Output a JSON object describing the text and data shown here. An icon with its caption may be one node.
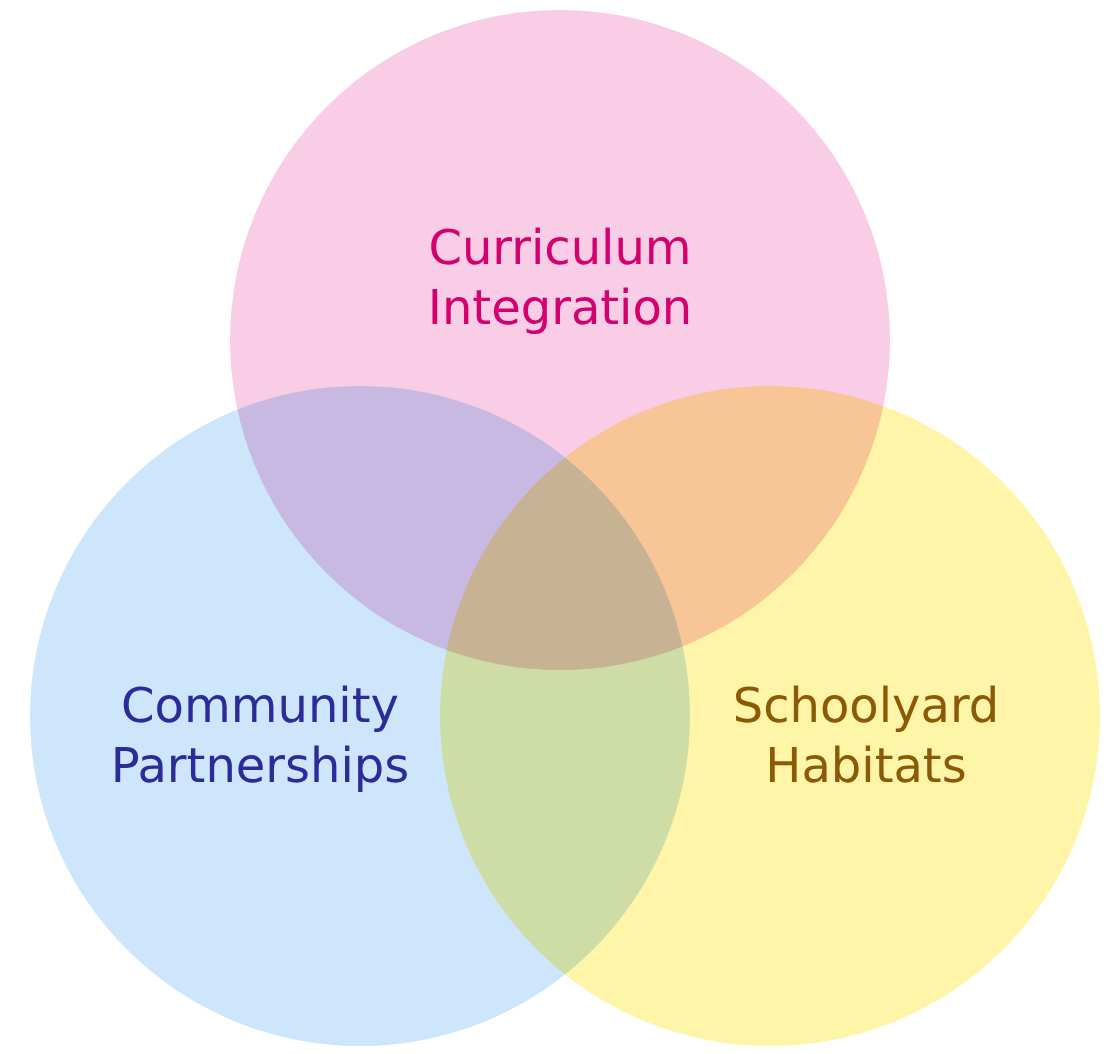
{
  "diagram": {
    "nodes": [
      {
        "text": [
          "Curriculum Integration"
        ]
      },
      {
        "text": [
          "Community Partnerships"
        ]
      },
      {
        "text": [
          "Schoolyard Habitats"
        ]
      }
    ]
  }
}
